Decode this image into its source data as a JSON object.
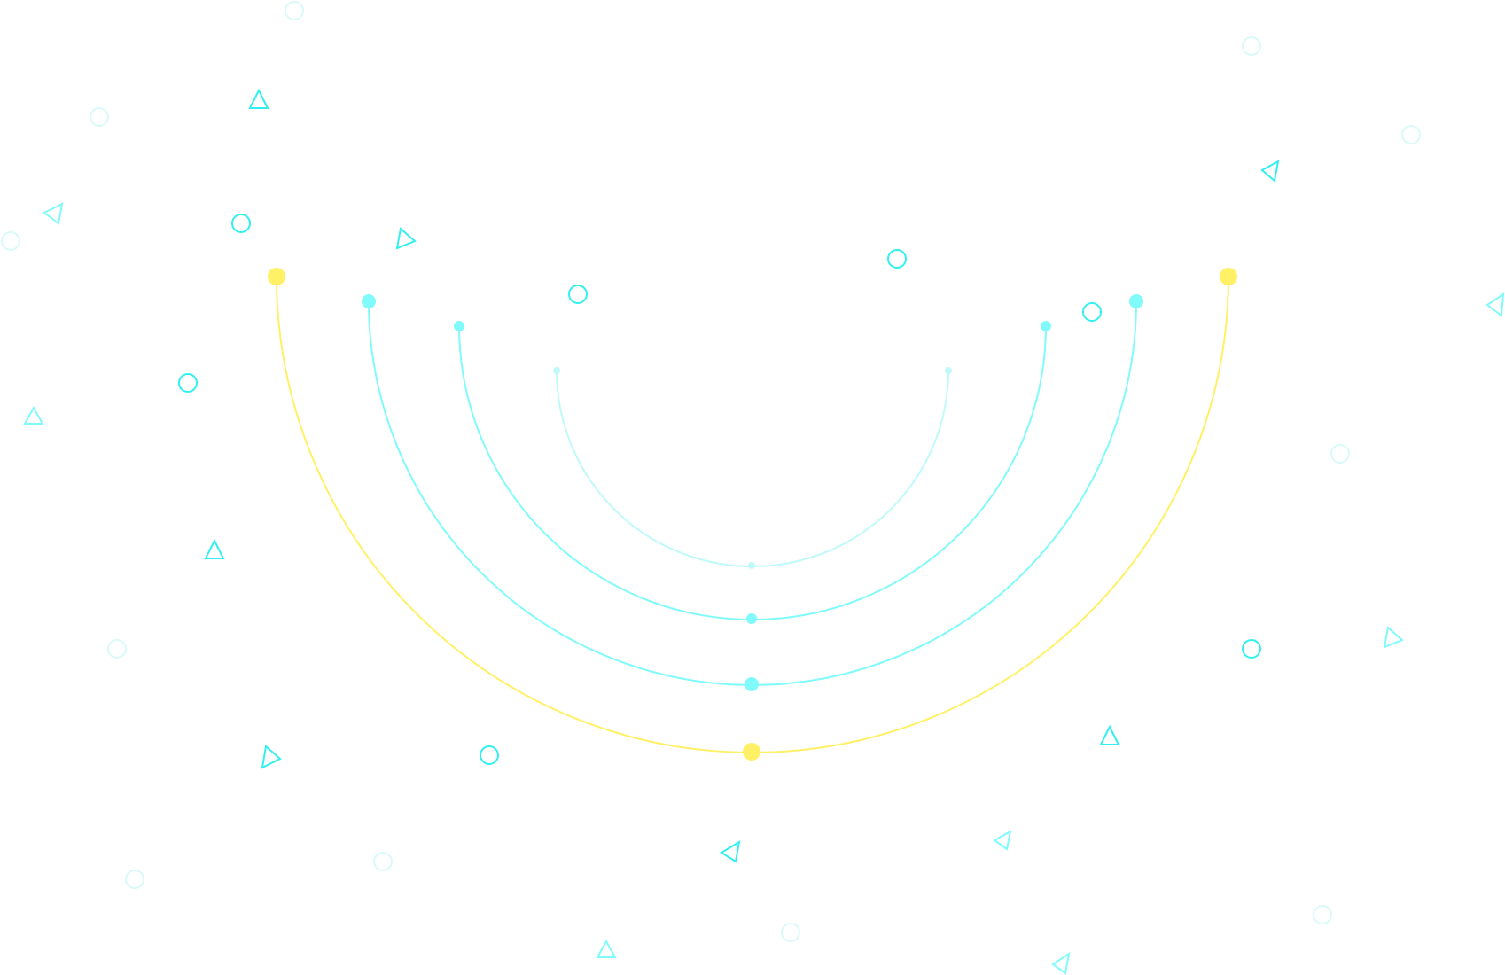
{
  "colors": {
    "background": "#ffffff",
    "yellow": "#fff066",
    "cyan": "#80fafa",
    "cyan_bright": "#33f0f0",
    "cyan_pale": "#bff9f9",
    "cyan_faint": "#daf9f9"
  },
  "decor": {
    "arc_count": 4,
    "arc_color_names": [
      "yellow",
      "cyan",
      "cyan",
      "cyan_pale"
    ],
    "scatter_shape_names": [
      "circle-outline",
      "triangle-outline"
    ]
  }
}
